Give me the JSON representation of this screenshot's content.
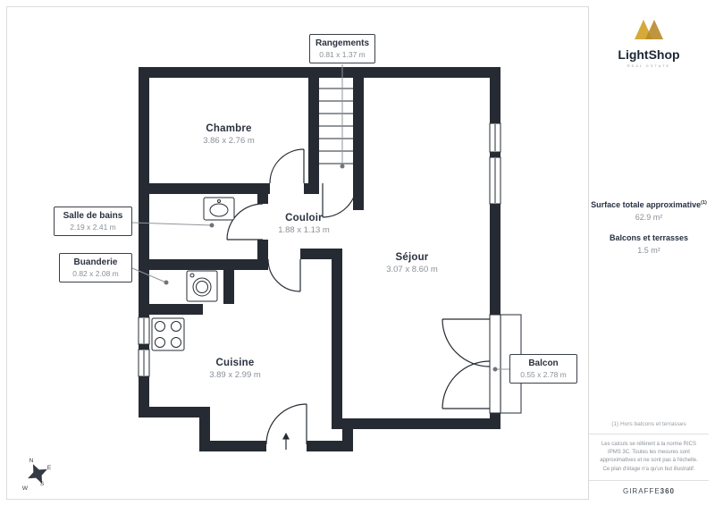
{
  "brand": {
    "name": "LightShop",
    "tagline": "REAL ESTATE",
    "logo_color": "#D2A42E"
  },
  "rooms": [
    {
      "id": "chambre",
      "name": "Chambre",
      "dims": "3.86 x 2.76 m"
    },
    {
      "id": "couloir",
      "name": "Couloir",
      "dims": "1.88 x 1.13 m"
    },
    {
      "id": "sejour",
      "name": "Séjour",
      "dims": "3.07 x 8.60 m"
    },
    {
      "id": "cuisine",
      "name": "Cuisine",
      "dims": "3.89 x 2.99 m"
    }
  ],
  "callouts": [
    {
      "id": "rangements",
      "name": "Rangements",
      "dims": "0.81 x 1.37 m"
    },
    {
      "id": "salle-de-bains",
      "name": "Salle de bains",
      "dims": "2.19 x 2.41 m"
    },
    {
      "id": "buanderie",
      "name": "Buanderie",
      "dims": "0.82 x 2.08 m"
    },
    {
      "id": "balcon",
      "name": "Balcon",
      "dims": "0.55 x 2.78 m"
    }
  ],
  "compass": {
    "n": "N",
    "e": "E",
    "s": "S",
    "w": "W"
  },
  "sidebar": {
    "surface_title": "Surface totale approximative",
    "surface_sup": "(1)",
    "surface_value": "62.9 m²",
    "balcony_title": "Balcons et terrasses",
    "balcony_value": "1.5 m²",
    "footnote": "(1) Hors balcons et terrasses",
    "disclaimer": "Les calculs se réfèrent à la norme RICS IPMS 3C. Toutes les mesures sont approximatives et ne sont pas à l'échelle. Ce plan d'étage n'a qu'un but illustratif.",
    "credit_name": "GIRAFFE",
    "credit_num": "360"
  },
  "colors": {
    "wall": "#262b33",
    "label": "#2a3240",
    "dims": "#8a9097",
    "leader": "#8f959c"
  }
}
